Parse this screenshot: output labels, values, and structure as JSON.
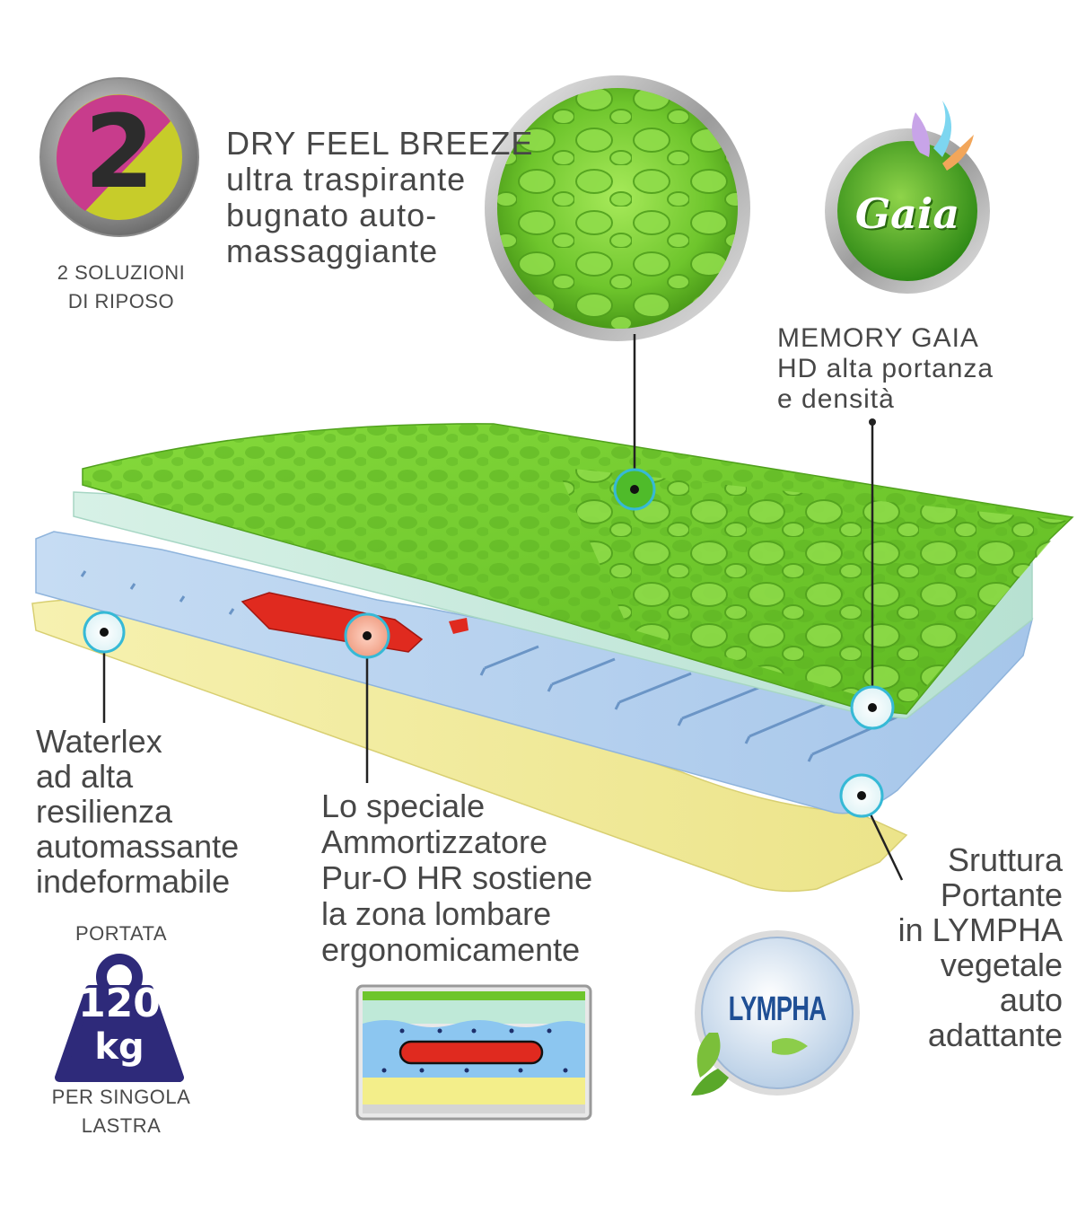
{
  "badge_two": {
    "number": "2",
    "caption": [
      "2 SOLUZIONI",
      "DI RIPOSO"
    ]
  },
  "dry_feel": {
    "lines": [
      "DRY FEEL BREEZE",
      "ultra traspirante",
      "bugnato auto-",
      "massaggiante"
    ]
  },
  "gaia_logo": {
    "text": "Gaia"
  },
  "memory_gaia": {
    "lines": [
      "MEMORY GAIA",
      "HD alta portanza",
      "e densità"
    ]
  },
  "waterlex": {
    "lines": [
      "Waterlex",
      "ad alta",
      "resilienza",
      "automassante",
      "indeformabile"
    ]
  },
  "ammortizzatore": {
    "lines": [
      "Lo speciale",
      "Ammortizzatore",
      "Pur-O HR sostiene",
      "la zona lombare",
      "ergonomicamente"
    ]
  },
  "struttura": {
    "lines": [
      "Sruttura",
      "Portante",
      "in LYMPHA",
      "vegetale",
      "auto",
      "adattante"
    ]
  },
  "portata": {
    "label": "PORTATA",
    "number": "120",
    "unit": "kg",
    "caption": [
      "PER SINGOLA",
      "LASTRA"
    ]
  },
  "lympha_logo": {
    "text": "LYMPHA"
  },
  "colors": {
    "green_layer": "#7ed23a",
    "mint_layer": "#c9ece0",
    "blue_layer": "#b7d3ef",
    "yellow_layer": "#f3eea0",
    "red_insert": "#e02a1f",
    "marker_ring": "#36b9d6",
    "weight_icon": "#2e2a7a"
  }
}
